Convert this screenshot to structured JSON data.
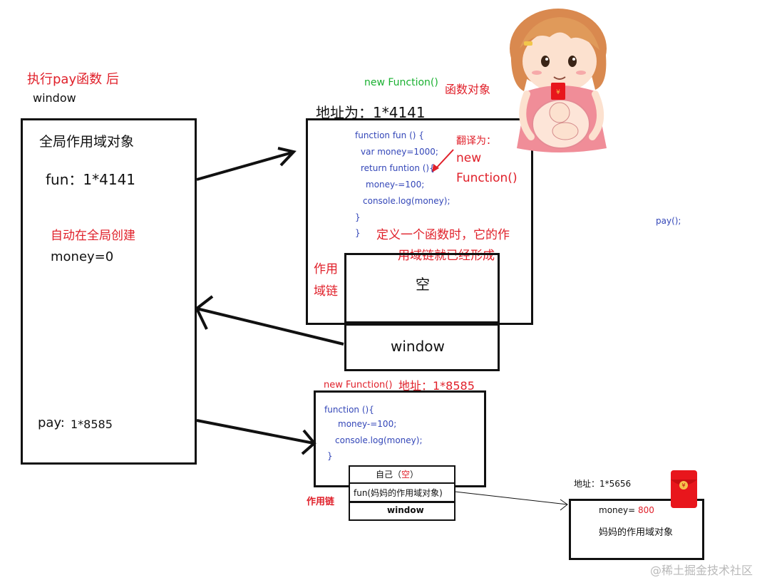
{
  "header": {
    "title": "执行pay函数 后",
    "window_label": "window"
  },
  "global_scope": {
    "title": "全局作用域对象",
    "fun_entry": "fun：1*4141",
    "auto_note": "自动在全局创建",
    "money_entry": "money=0",
    "pay_key": "pay:",
    "pay_value": "1*8585"
  },
  "fun_object": {
    "new_function_label": "new Function()",
    "object_label": "函数对象",
    "address": "地址为：1*4141",
    "code_lines": [
      "function fun  ()  {",
      "var money=1000;",
      "return funtion (){",
      "money-=100;",
      "console.log(money);",
      "}",
      "}"
    ],
    "translate_note": "翻译为：",
    "translate_value_1": "new",
    "translate_value_2": "Function()",
    "define_note_1": "定义一个函数时，它的作",
    "define_note_2": "用域链就已经形成",
    "scope_chain_label_1": "作用",
    "scope_chain_label_2": "域链",
    "chain_empty": "空",
    "chain_window": "window"
  },
  "call_text": "pay();",
  "pay_object": {
    "new_function_label": "new Function()",
    "address": "地址：1*8585",
    "code_lines": [
      "function (){",
      "money-=100;",
      "console.log(money);",
      "}"
    ],
    "chain_self_prefix": "自己（",
    "chain_self_empty": "空",
    "chain_self_suffix": "）",
    "chain_fun": "fun(妈妈的作用域对象)",
    "chain_window": "window",
    "scope_chain_label": "作用链"
  },
  "mom_scope": {
    "address": "地址：1*5656",
    "money_key": "money=",
    "money_value": "800",
    "label": "妈妈的作用域对象"
  },
  "watermark": "@稀土掘金技术社区",
  "icons": [
    "mother-illustration-icon",
    "red-envelope-icon"
  ]
}
